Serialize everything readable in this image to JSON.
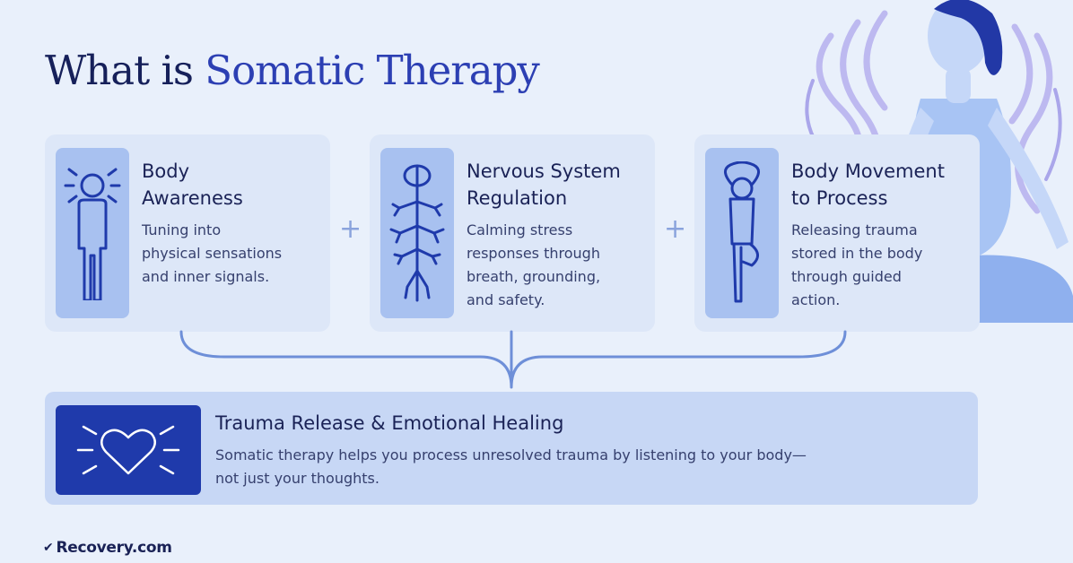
{
  "title": {
    "prefix": "What is",
    "accent": "Somatic Therapy"
  },
  "cards": [
    {
      "title_line1": "Body",
      "title_line2": "Awareness",
      "desc": [
        "Tuning into",
        "physical sensations",
        "and inner signals."
      ]
    },
    {
      "title_line1": "Nervous System",
      "title_line2": "Regulation",
      "desc": [
        "Calming stress",
        "responses through",
        "breath, grounding,",
        "and safety."
      ]
    },
    {
      "title_line1": "Body Movement",
      "title_line2": "to Process",
      "desc": [
        "Releasing trauma",
        "stored in the body",
        "through guided",
        "action."
      ]
    }
  ],
  "separator": "+",
  "outcome": {
    "title": "Trauma Release & Emotional Healing",
    "desc_line1": "Somatic therapy helps you process unresolved trauma by listening to your body—",
    "desc_line2": "not just your thoughts."
  },
  "brand": {
    "mark": "✔",
    "name": "Recovery.com"
  },
  "colors": {
    "background": "#e9f0fb",
    "card": "#dde7f8",
    "icon_box": "#a8c1f0",
    "accent": "#2c3fb3",
    "heart_box": "#1f3aab",
    "connector": "#6e8fd8"
  },
  "icons": [
    "person-radiating-icon",
    "nervous-system-icon",
    "tree-pose-icon",
    "heart-radiating-icon"
  ]
}
